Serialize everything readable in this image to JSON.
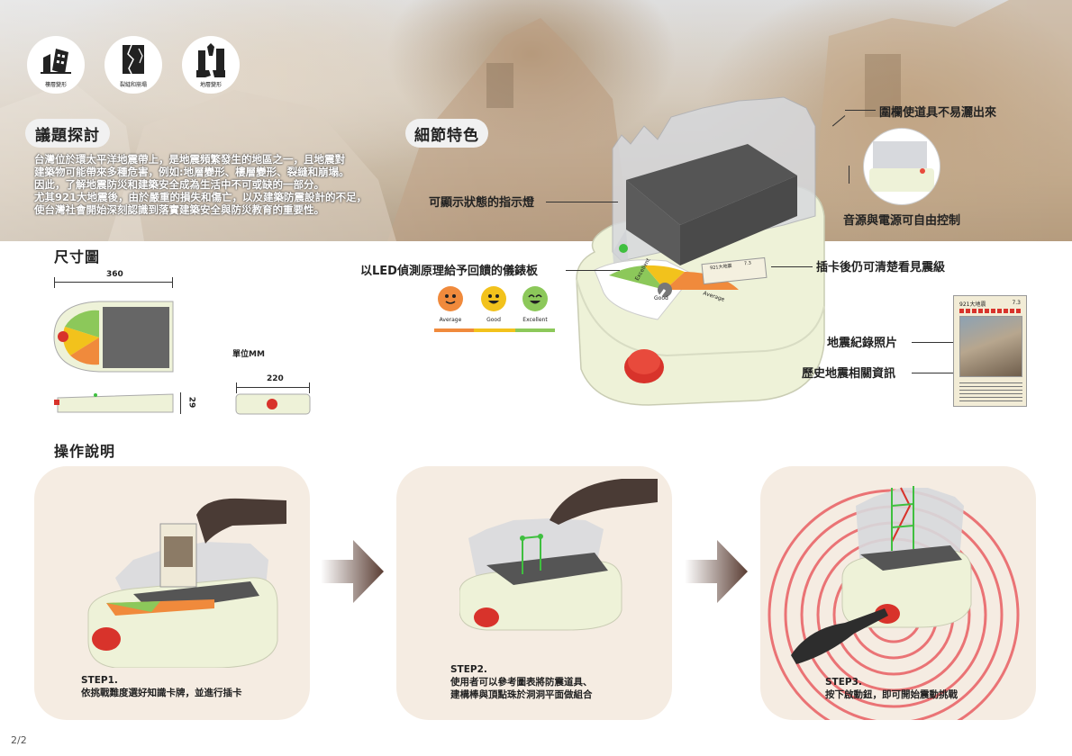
{
  "hazards": [
    {
      "label": "樓層變形",
      "icon": "tilted-building-icon"
    },
    {
      "label": "裂縫和崩塌",
      "icon": "cracked-wall-icon"
    },
    {
      "label": "地層變形",
      "icon": "ground-crack-icon"
    }
  ],
  "issue": {
    "title": "議題探討",
    "lines": [
      "台灣位於環太平洋地震帶上，是地震頻繁發生的地區之一，且地震對",
      "建築物可能帶來多種危害，例如:地層變形、樓層變形、裂縫和崩塌。",
      "因此，了解地震防災和建築安全成為生活中不可或缺的一部分。",
      "尤其921大地震後，由於嚴重的損失和傷亡，以及建築防震設計的不足，",
      "使台灣社會開始深刻認識到落實建築安全與防災教育的重要性。"
    ]
  },
  "features": {
    "title": "細節特色",
    "fence": "圍欄使道具不易灑出來",
    "power": "音源與電源可自由控制",
    "indicator": "可顯示狀態的指示燈",
    "gauge": "以LED偵測原理給予回饋的儀錶板",
    "card_slot": "插卡後仍可清楚看見震級",
    "photo": "地震紀錄照片",
    "history": "歷史地震相關資訊"
  },
  "ratings": [
    {
      "label": "Average",
      "color": "#f08a3c"
    },
    {
      "label": "Good",
      "color": "#f2c21c"
    },
    {
      "label": "Excellent",
      "color": "#8cc85a"
    }
  ],
  "dial_labels": [
    "Excellent",
    "Good",
    "Average"
  ],
  "card": {
    "title": "921大地震",
    "magnitude": "7.3"
  },
  "dimensions": {
    "title": "尺寸圖",
    "width": "360",
    "depth": "220",
    "height": "29",
    "unit": "單位MM"
  },
  "operation": {
    "title": "操作說明",
    "steps": [
      {
        "id": "STEP1.",
        "text": "依挑戰難度選好知識卡牌，並進行插卡"
      },
      {
        "id": "STEP2.",
        "text_lines": [
          "使用者可以參考圖表將防震道具、",
          "建構棒與頂點珠於洞洞平面做組合"
        ]
      },
      {
        "id": "STEP3.",
        "text": "按下啟動鈕，即可開始震動挑戰"
      }
    ]
  },
  "page": "2/2",
  "colors": {
    "device_body": "#eef2d8",
    "red_button": "#d8332b",
    "green_led": "#3fbf3f",
    "grid": "#555555",
    "panel_bg": "#f5ece2"
  }
}
